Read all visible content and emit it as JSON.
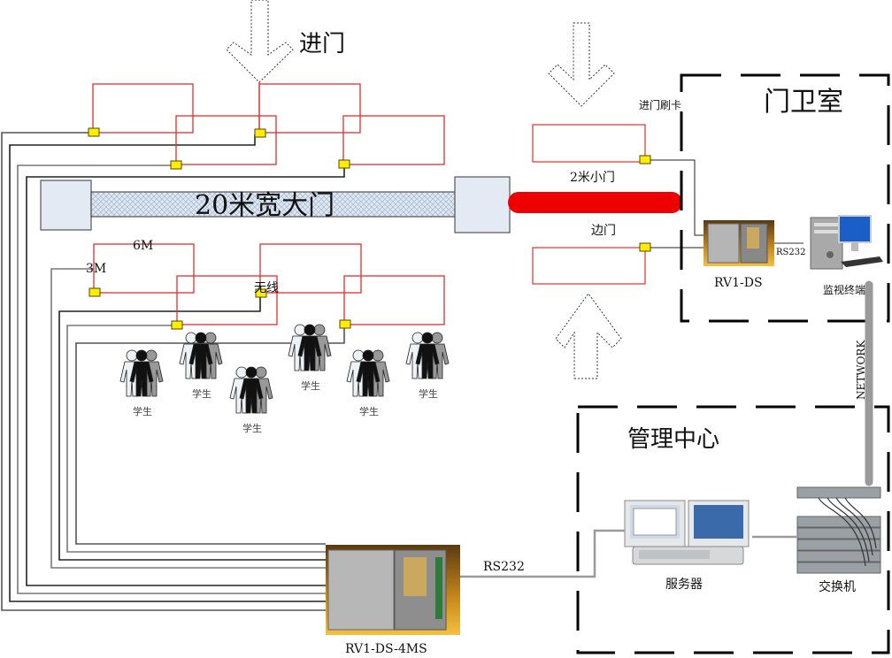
{
  "title_labels": {
    "entrance": "进门",
    "main_gate": "20米宽大门",
    "small_gate": "2米小门",
    "side_gate": "边门",
    "entry_swipe": "进门刷卡",
    "guard_room": "门卫室",
    "management_center": "管理中心",
    "dist_6m": "6M",
    "dist_3m": "3M",
    "wireless": "无线",
    "network": "NETWORK"
  },
  "students": [
    {
      "label": "学生"
    },
    {
      "label": "学生"
    },
    {
      "label": "学生"
    },
    {
      "label": "学生"
    },
    {
      "label": "学生"
    },
    {
      "label": "学生"
    }
  ],
  "devices": {
    "controller_main": {
      "label": "RV1-DS-4MS"
    },
    "controller_guard": {
      "label": "RV1-DS"
    },
    "monitor_terminal": {
      "label": "监视终端"
    },
    "server": {
      "label": "服务器"
    },
    "switch": {
      "label": "交换机"
    }
  },
  "links": {
    "rs232_main": "RS232",
    "rs232_guard": "RS232"
  },
  "colors": {
    "loop_red": "#e03030",
    "reader_yellow": "#ffee00",
    "barrier_red": "#ee0000",
    "gate_fill": "#e4eaf4",
    "cable_gray": "#777777"
  }
}
